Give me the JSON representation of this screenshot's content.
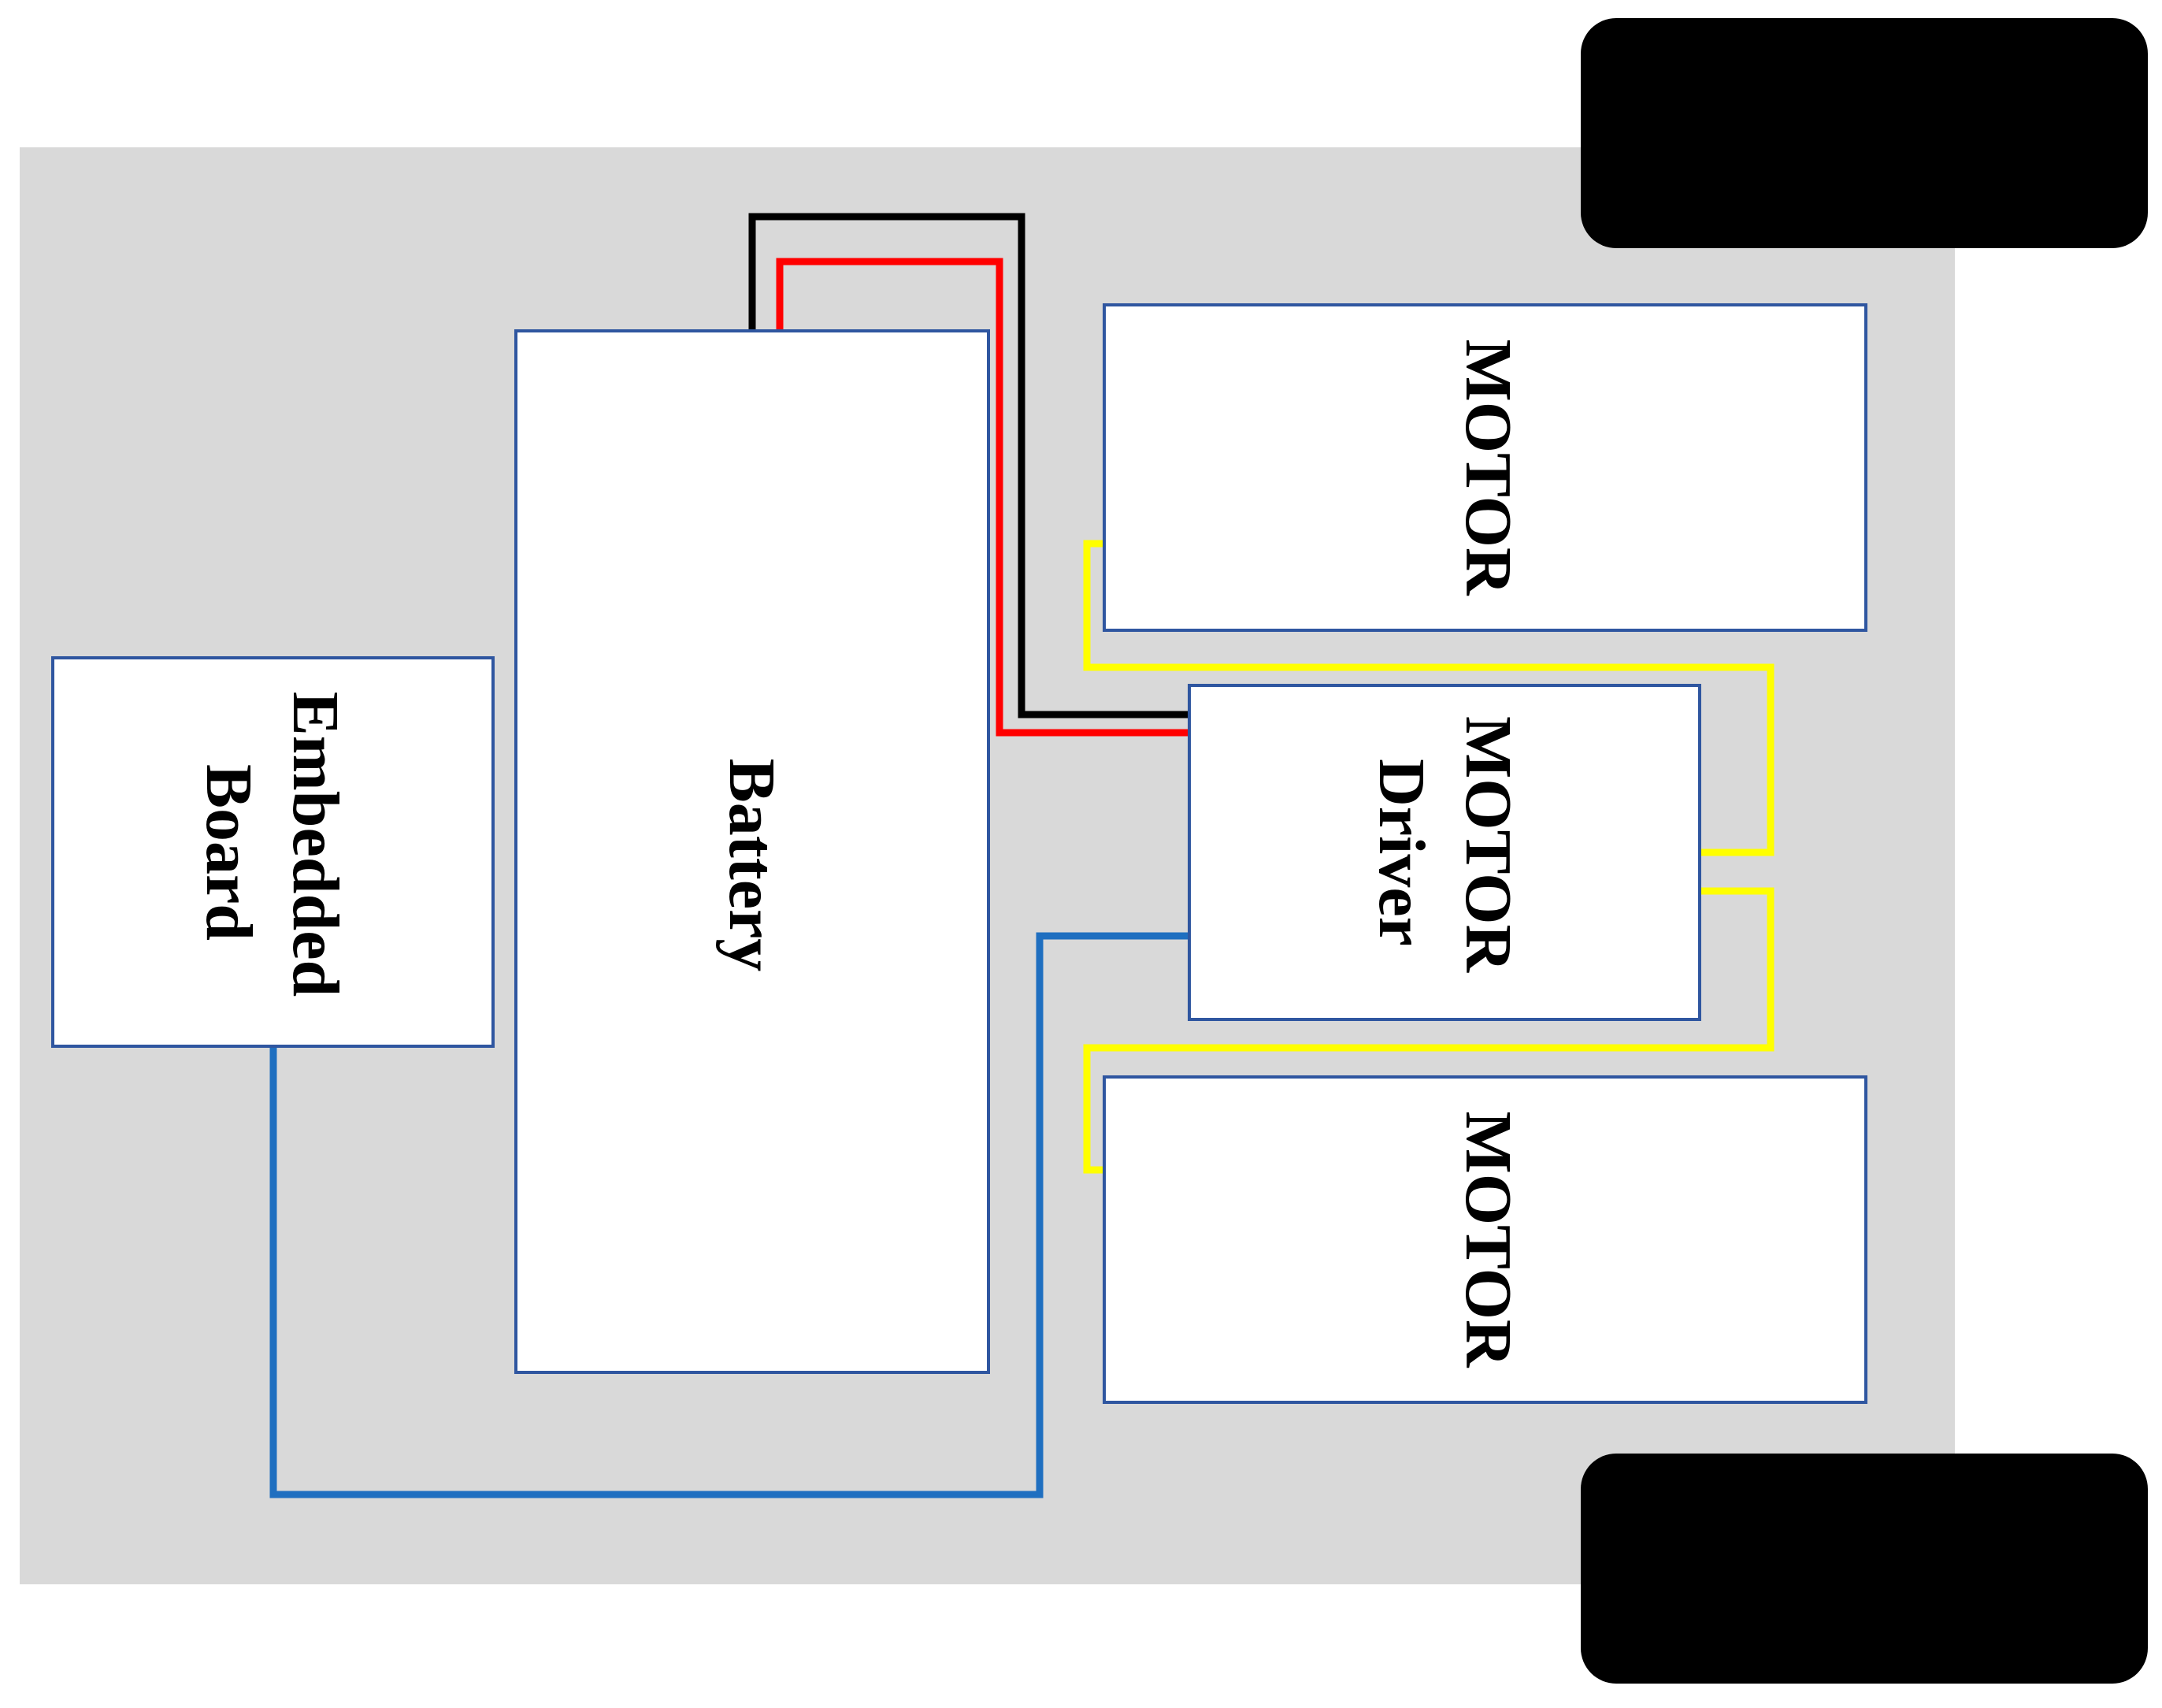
{
  "components": {
    "embedded_board": {
      "line1": "Embedded",
      "line2": "Board"
    },
    "battery": {
      "label": "Battery"
    },
    "motor_top": {
      "label": "MOTOR"
    },
    "motor_driver": {
      "line1": "MOTOR",
      "line2": "Driver"
    },
    "motor_bottom": {
      "label": "MOTOR"
    }
  },
  "colors": {
    "chassis": "#d9d9d9",
    "wheel": "#000000",
    "box_border": "#2f56a0",
    "wire_black": "#000000",
    "wire_red": "#ff0000",
    "wire_yellow": "#ffff00",
    "wire_blue": "#1f6fc0"
  }
}
